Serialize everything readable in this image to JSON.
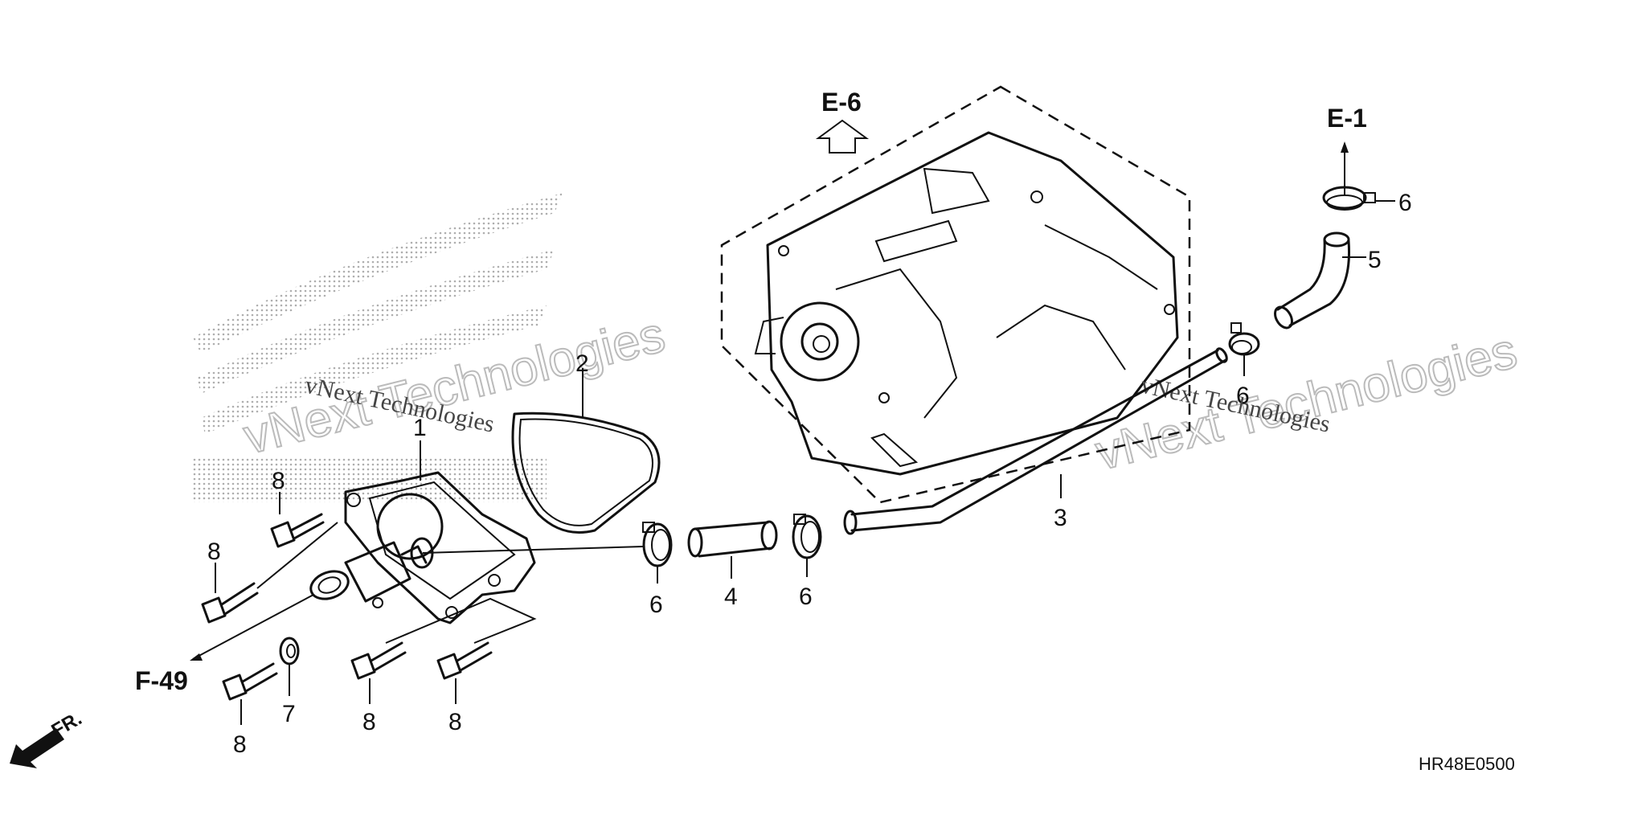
{
  "diagram": {
    "callouts": {
      "c1": "1",
      "c2": "2",
      "c3": "3",
      "c4": "4",
      "c5": "5",
      "c6a": "6",
      "c6b": "6",
      "c6c": "6",
      "c6d": "6",
      "c7": "7",
      "c8a": "8",
      "c8b": "8",
      "c8c": "8",
      "c8d": "8",
      "c8e": "8"
    },
    "refs": {
      "e6": "E-6",
      "e1": "E-1",
      "f49": "F-49"
    },
    "front_label": "FR.",
    "diagram_code": "HR48E0500",
    "watermarks": {
      "w1": "vNext Technologies",
      "w2": "vNext Technologies"
    }
  }
}
